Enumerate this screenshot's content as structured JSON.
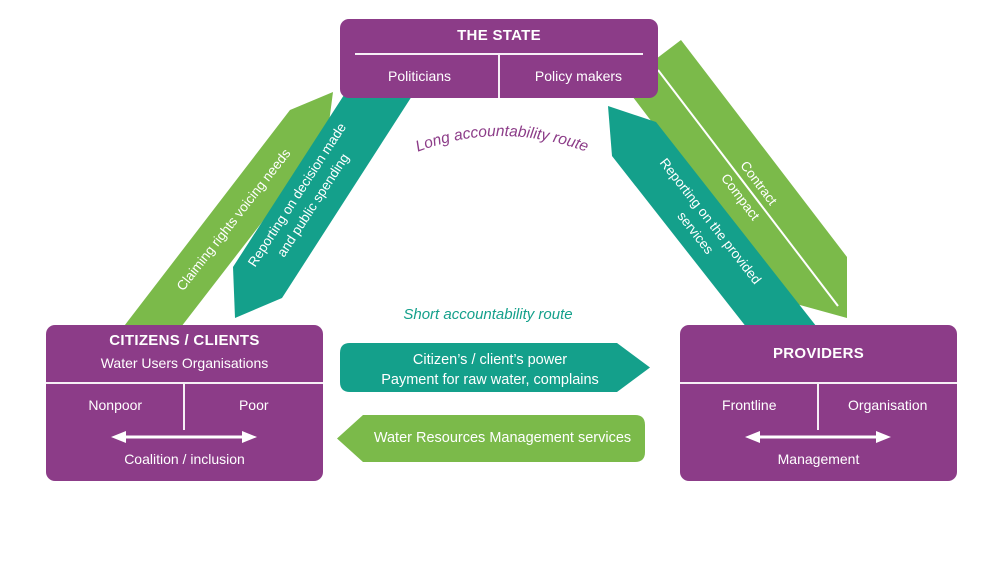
{
  "colors": {
    "purple": "#8C3C88",
    "green": "#7BBA4A",
    "teal": "#14A08B",
    "text_on_fill": "#FFFFFF",
    "background": "#FFFFFF"
  },
  "boxes": {
    "state": {
      "title": "THE STATE",
      "cells": [
        "Politicians",
        "Policy makers"
      ]
    },
    "citizens": {
      "title": "CITIZENS / CLIENTS",
      "subtitle": "Water Users Organisations",
      "cells": [
        "Nonpoor",
        "Poor"
      ],
      "footer": "Coalition / inclusion"
    },
    "providers": {
      "title": "PROVIDERS",
      "cells": [
        "Frontline",
        "Organisation"
      ],
      "footer": "Management"
    }
  },
  "routes": {
    "long": "Long accountability route",
    "short": "Short accountability route"
  },
  "diagonal_arrows": {
    "claiming_rights": {
      "label": "Claiming rights voicing needs",
      "color": "green",
      "points_to": "state"
    },
    "reporting_decisions": {
      "lines": [
        "Reporting on decision made",
        "and public spending"
      ],
      "color": "teal",
      "points_to": "citizens"
    },
    "reporting_services": {
      "lines": [
        "Reporting on the provided",
        "services"
      ],
      "color": "teal",
      "points_to": "state"
    },
    "contract_compact": {
      "lines": [
        "Contract",
        "Compact"
      ],
      "color": "green",
      "points_to": "providers"
    }
  },
  "center_arrows": {
    "citizens_power": {
      "lines": [
        "Citizen’s / client’s power",
        "Payment for raw water, complains"
      ],
      "color": "teal",
      "direction": "right"
    },
    "wrm_services": {
      "label": "Water Resources Management services",
      "color": "green",
      "direction": "left"
    }
  }
}
